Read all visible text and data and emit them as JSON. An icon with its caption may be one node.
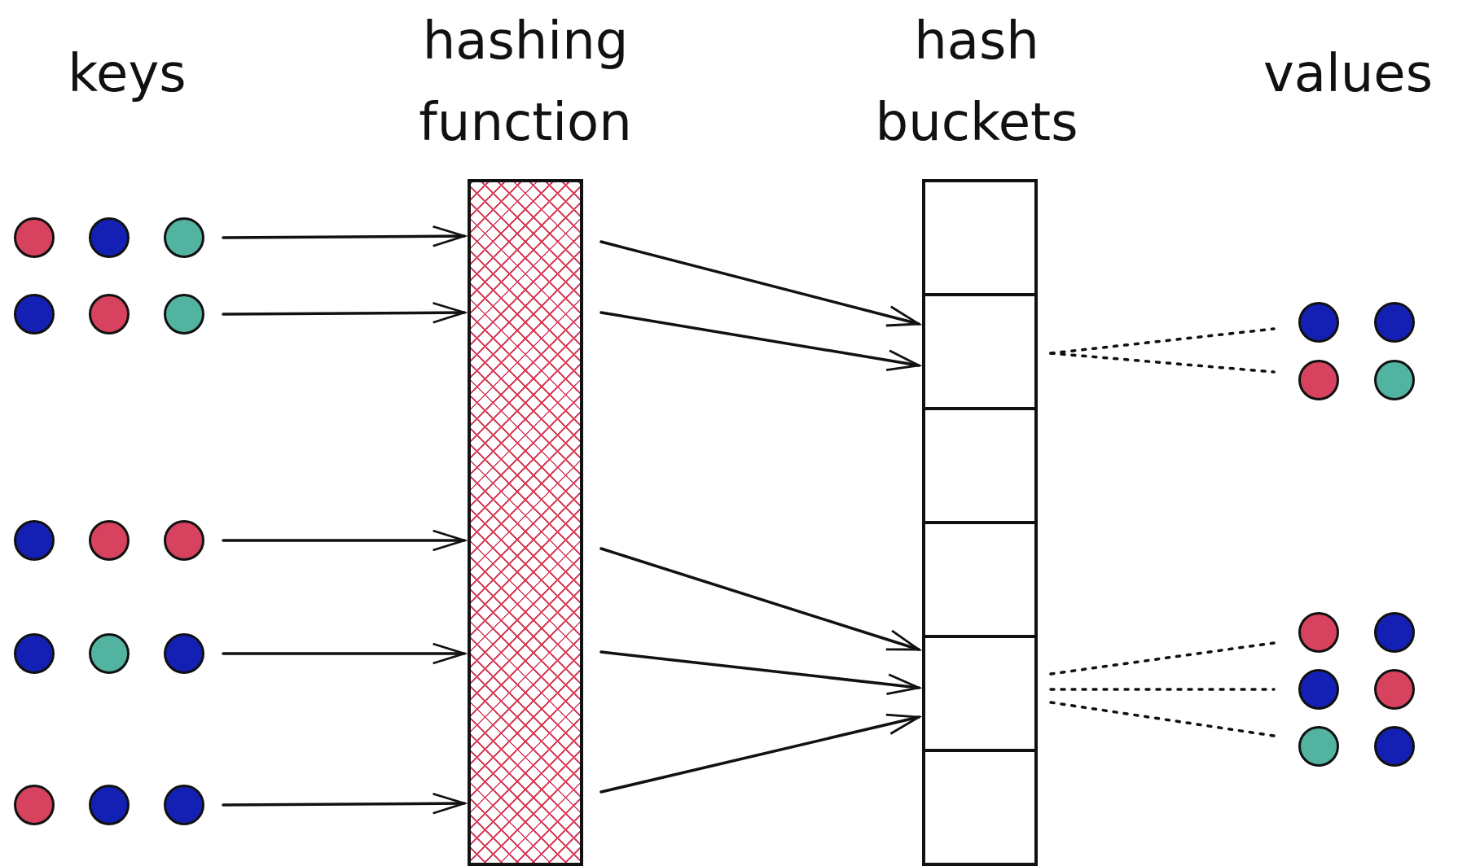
{
  "diagram": {
    "nodes": [
      {
        "text": [],
        "shape": "circle"
      },
      {
        "text": [],
        "shape": "circle"
      },
      {
        "text": [],
        "shape": "circle"
      },
      {
        "text": [],
        "shape": "circle"
      },
      {
        "text": [],
        "shape": "circle"
      },
      {
        "text": [],
        "shape": "bar"
      },
      {
        "text": [],
        "shape": "box"
      },
      {
        "text": [],
        "shape": "box"
      },
      {
        "text": [],
        "shape": "box"
      },
      {
        "text": [],
        "shape": "box"
      },
      {
        "text": [],
        "shape": "box"
      },
      {
        "text": [],
        "shape": "box"
      },
      {
        "text": [],
        "shape": "circle"
      },
      {
        "text": [],
        "shape": "circle"
      },
      {
        "text": [],
        "shape": "circle"
      },
      {
        "text": [],
        "shape": "circle"
      },
      {
        "text": [],
        "shape": "circle"
      }
    ],
    "edges": [
      {
        "from": 0,
        "to": 5,
        "arrow": "to"
      },
      {
        "from": 1,
        "to": 5,
        "arrow": "to"
      },
      {
        "from": 2,
        "to": 5,
        "arrow": "to"
      },
      {
        "from": 3,
        "to": 5,
        "arrow": "to"
      },
      {
        "from": 4,
        "to": 5,
        "arrow": "to"
      },
      {
        "from": 5,
        "to": 7,
        "arrow": "to"
      },
      {
        "from": 5,
        "to": 7,
        "arrow": "to"
      },
      {
        "from": 5,
        "to": 10,
        "arrow": "to"
      },
      {
        "from": 5,
        "to": 10,
        "arrow": "to"
      },
      {
        "from": 5,
        "to": 10,
        "arrow": "to"
      },
      {
        "from": 7,
        "to": 12,
        "arrow": "none",
        "style": "dashed"
      },
      {
        "from": 7,
        "to": 13,
        "arrow": "none",
        "style": "dashed"
      },
      {
        "from": 10,
        "to": 14,
        "arrow": "none",
        "style": "dashed"
      },
      {
        "from": 10,
        "to": 15,
        "arrow": "none",
        "style": "dashed"
      },
      {
        "from": 10,
        "to": 16,
        "arrow": "none",
        "style": "dashed"
      }
    ],
    "labels": [
      "keys",
      "hashing function",
      "hash buckets",
      "values"
    ]
  }
}
